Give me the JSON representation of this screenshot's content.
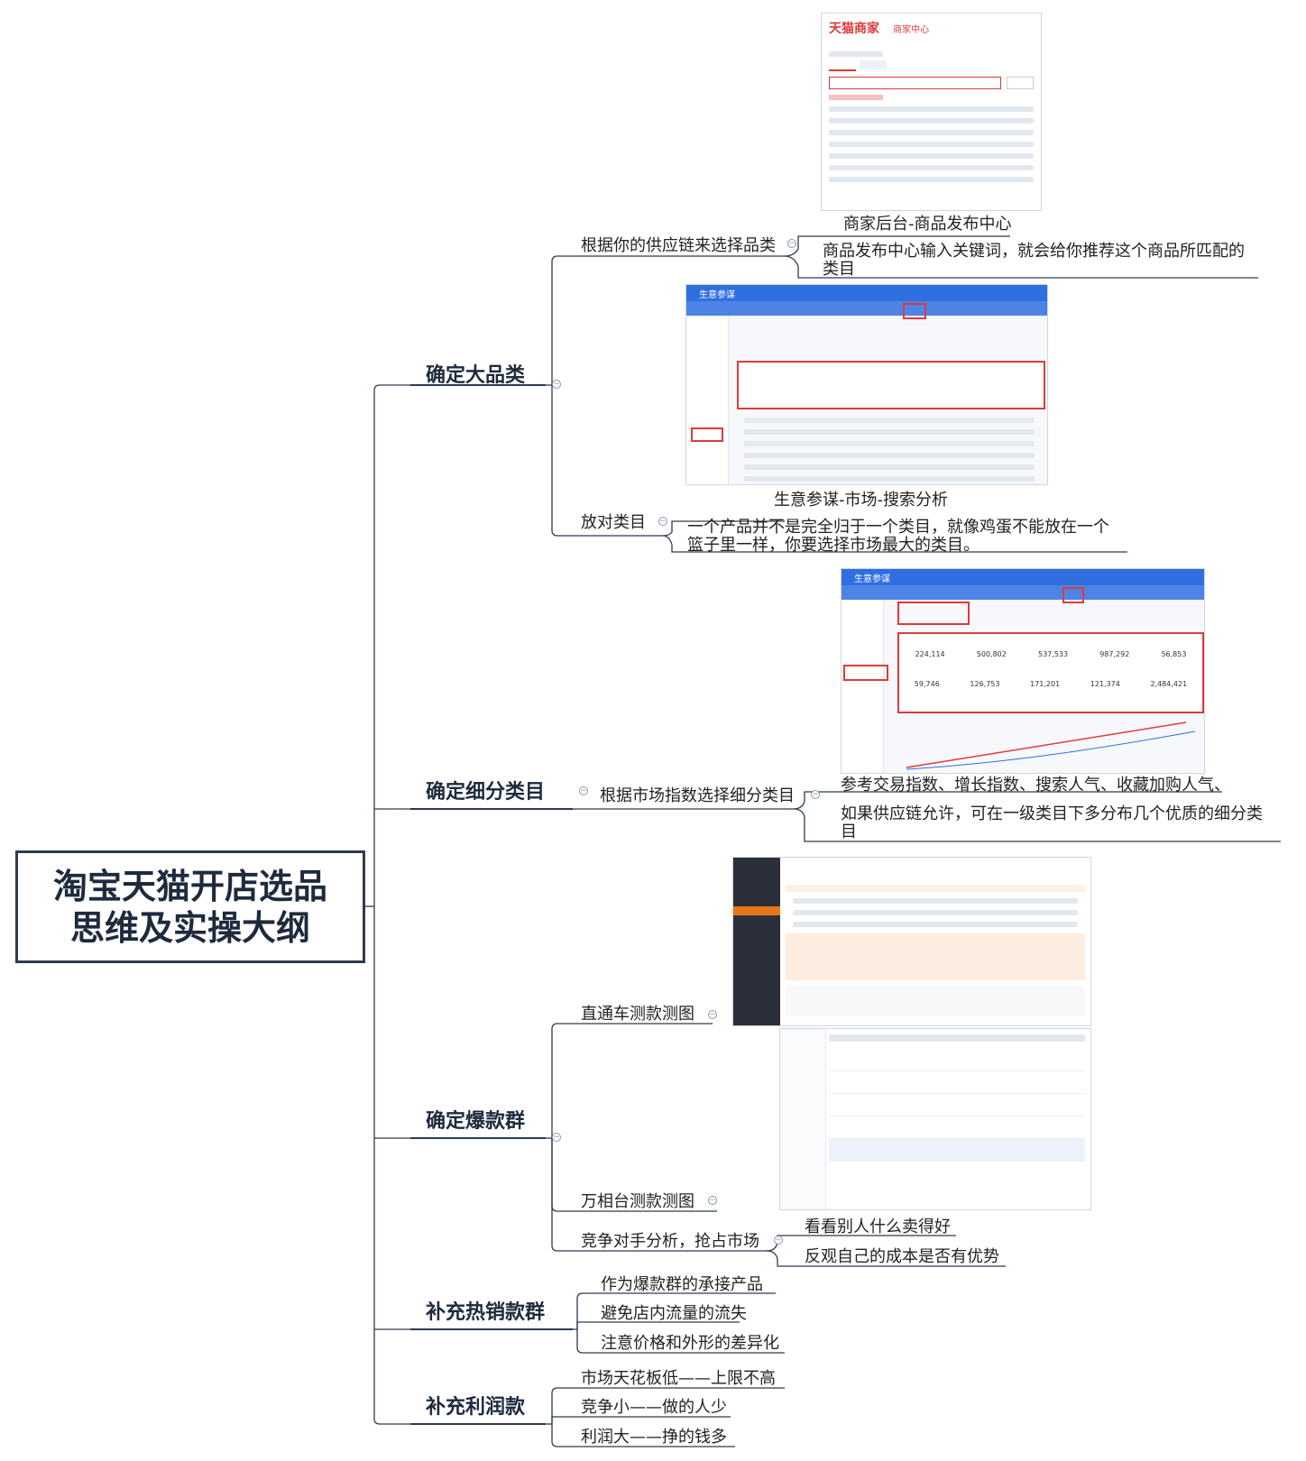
{
  "root": {
    "line1": "淘宝天猫开店选品",
    "line2": "思维及实操大纲"
  },
  "branches": {
    "b1": {
      "title": "确定大品类",
      "sub1": "根据你的供应链来选择品类",
      "sub1_caption": "商家后台-商品发布中心",
      "sub1_note_l1": "商品发布中心输入关键词，就会给你推荐这个商品所匹配的",
      "sub1_note_l2": "类目",
      "sub2": "放对类目",
      "sub2_caption": "生意参谋-市场-搜索分析",
      "sub2_note_l1": "一个产品并不是完全归于一个类目，就像鸡蛋不能放在一个",
      "sub2_note_l2": "篮子里一样，你要选择市场最大的类目。"
    },
    "b2": {
      "title": "确定细分类目",
      "sub1": "根据市场指数选择细分类目",
      "leaf1": "参考交易指数、增长指数、搜索人气、收藏加购人气、",
      "leaf2_l1": "如果供应链允许，可在一级类目下多分布几个优质的细分类",
      "leaf2_l2": "目"
    },
    "b3": {
      "title": "确定爆款群",
      "sub1": "直通车测款测图",
      "sub2": "万相台测款测图",
      "sub3": "竞争对手分析，抢占市场",
      "leaf1": "看看别人什么卖得好",
      "leaf2": "反观自己的成本是否有优势"
    },
    "b4": {
      "title": "补充热销款群",
      "leaf1": "作为爆款群的承接产品",
      "leaf2": "避免店内流量的流失",
      "leaf3": "注意价格和外形的差异化"
    },
    "b5": {
      "title": "补充利润款",
      "leaf1": "市场天花板低——上限不高",
      "leaf2": "竞争小——做的人少",
      "leaf3": "利润大——挣的钱多"
    }
  },
  "screens": {
    "s1": {
      "logo": "天猫商家",
      "logo_sub": "商家中心"
    },
    "s2": {
      "app": "生意参谋"
    },
    "s3": {
      "app": "生意参谋",
      "metric1": "224,114",
      "metric2": "500,802",
      "metric3": "537,533",
      "metric4": "987,292",
      "metric5": "56,853",
      "metric6": "59,746",
      "metric7": "126,753",
      "metric8": "171,201",
      "metric9": "121,374",
      "metric10": "2,484,421"
    }
  },
  "colors": {
    "line": "#2e3a4f",
    "accent_red": "#e03a3a",
    "accent_blue": "#2f6fe0"
  },
  "icons": {
    "collapse": "collapse-toggle-icon"
  }
}
